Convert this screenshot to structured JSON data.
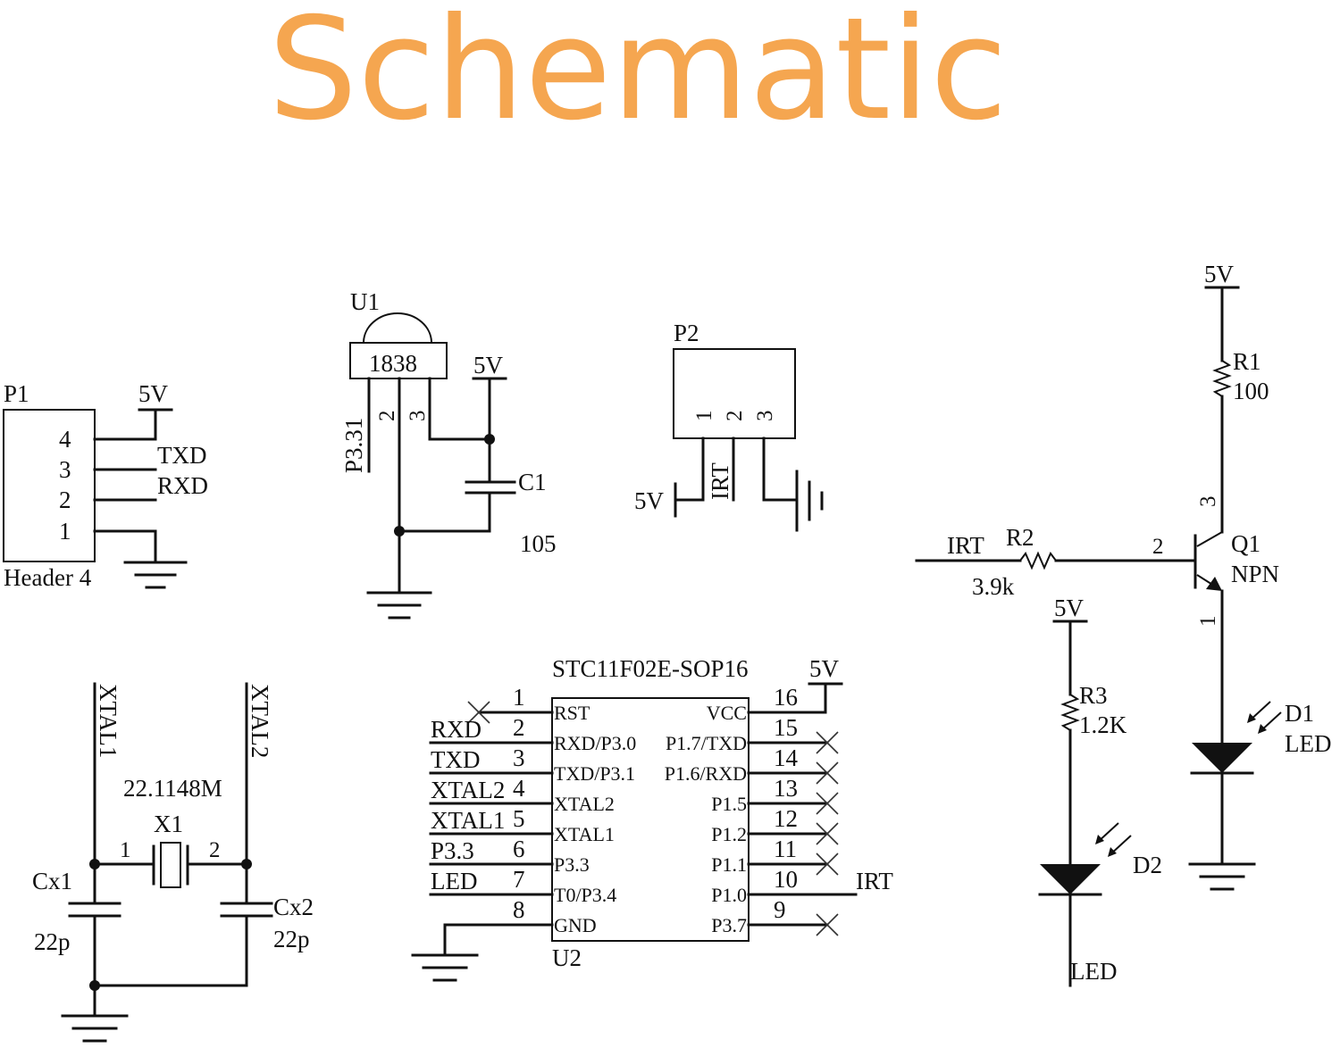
{
  "title": "Schematic",
  "colors": {
    "title": "#f5a650",
    "wire": "#111111",
    "background": "#ffffff"
  },
  "p1": {
    "ref": "P1",
    "name": "Header 4",
    "pins": [
      "4",
      "3",
      "2",
      "1"
    ],
    "pwr": "5V",
    "txd": "TXD",
    "rxd": "RXD"
  },
  "u1": {
    "ref": "U1",
    "part": "1838",
    "pin2": "2",
    "pin3": "3",
    "net": "P3.31",
    "pwr": "5V",
    "cap_ref": "C1",
    "cap_val": "105"
  },
  "p2": {
    "ref": "P2",
    "pins": [
      "1",
      "2",
      "3"
    ],
    "pwr": "5V",
    "net": "IRT"
  },
  "q1": {
    "ref": "Q1",
    "type": "NPN",
    "pin3": "3",
    "pin2": "2",
    "pin1": "1",
    "pwr": "5V",
    "r1_ref": "R1",
    "r1_val": "100",
    "net_in": "IRT",
    "r2_ref": "R2",
    "r2_val": "3.9k",
    "d1_ref": "D1",
    "d1_type": "LED"
  },
  "d2": {
    "pwr": "5V",
    "r3_ref": "R3",
    "r3_val": "1.2K",
    "ref": "D2",
    "net": "LED"
  },
  "xtal": {
    "net1": "XTAL1",
    "net2": "XTAL2",
    "freq": "22.1148M",
    "ref": "X1",
    "pin1": "1",
    "pin2": "2",
    "cx1_ref": "Cx1",
    "cx1_val": "22p",
    "cx2_ref": "Cx2",
    "cx2_val": "22p"
  },
  "mcu": {
    "part": "STC11F02E-SOP16",
    "ref": "U2",
    "pwr": "5V",
    "right_net": "IRT",
    "left_pins": [
      {
        "num": "1",
        "name": "RST",
        "net": ""
      },
      {
        "num": "2",
        "name": "RXD/P3.0",
        "net": "RXD"
      },
      {
        "num": "3",
        "name": "TXD/P3.1",
        "net": "TXD"
      },
      {
        "num": "4",
        "name": "XTAL2",
        "net": "XTAL2"
      },
      {
        "num": "5",
        "name": "XTAL1",
        "net": "XTAL1"
      },
      {
        "num": "6",
        "name": "P3.3",
        "net": "P3.3"
      },
      {
        "num": "7",
        "name": "T0/P3.4",
        "net": "LED"
      },
      {
        "num": "8",
        "name": "GND",
        "net": ""
      }
    ],
    "right_pins": [
      {
        "num": "16",
        "name": "VCC"
      },
      {
        "num": "15",
        "name": "P1.7/TXD"
      },
      {
        "num": "14",
        "name": "P1.6/RXD"
      },
      {
        "num": "13",
        "name": "P1.5"
      },
      {
        "num": "12",
        "name": "P1.2"
      },
      {
        "num": "11",
        "name": "P1.1"
      },
      {
        "num": "10",
        "name": "P1.0"
      },
      {
        "num": "9",
        "name": "P3.7"
      }
    ]
  }
}
